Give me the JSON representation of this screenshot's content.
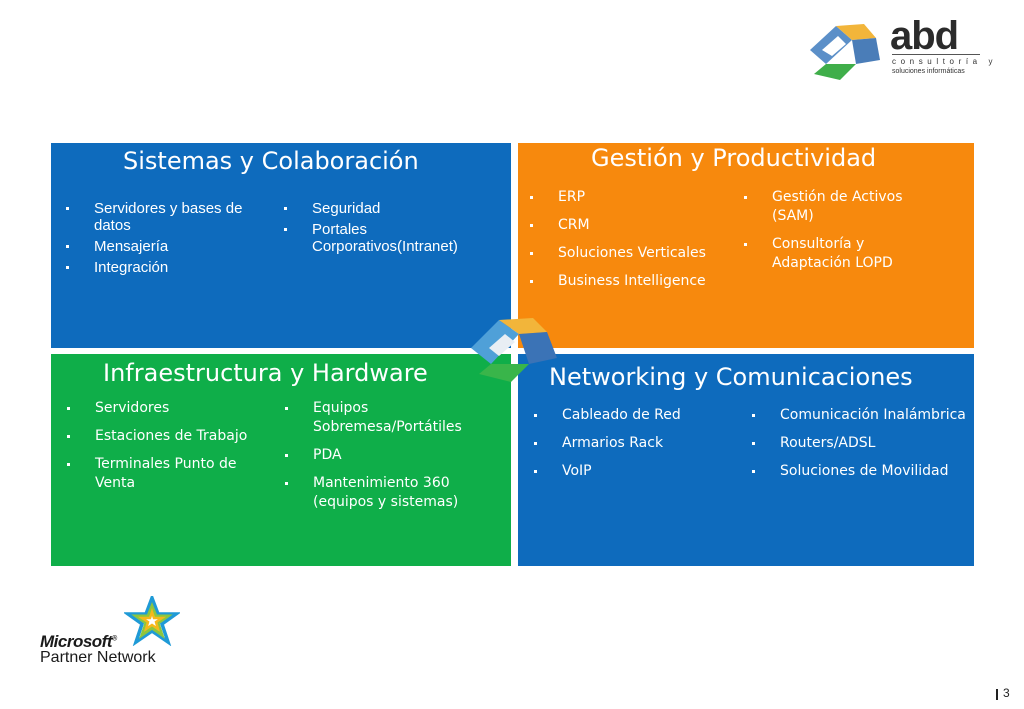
{
  "brand": {
    "name": "abd",
    "tagline_1": "consultoría y",
    "tagline_2": "soluciones informáticas"
  },
  "quadrants": {
    "q1": {
      "title": "Sistemas y Colaboración",
      "color": "#0e6bbd",
      "col1": [
        "Servidores y bases de datos",
        "Mensajería",
        "Integración"
      ],
      "col2": [
        "Seguridad",
        "Portales Corporativos(Intranet)"
      ]
    },
    "q2": {
      "title": "Gestión y Productividad",
      "color": "#f7890d",
      "col1": [
        "ERP",
        "CRM",
        "Soluciones Verticales",
        "Business Intelligence"
      ],
      "col2": [
        "Gestión de Activos (SAM)",
        "Consultoría y Adaptación LOPD"
      ]
    },
    "q3": {
      "title": "Infraestructura y Hardware",
      "color": "#0fae49",
      "col1": [
        "Servidores",
        "Estaciones de Trabajo",
        "Terminales Punto de Venta"
      ],
      "col2": [
        "Equipos Sobremesa/Portátiles",
        "PDA",
        "Mantenimiento 360 (equipos y sistemas)"
      ]
    },
    "q4": {
      "title": "Networking y Comunicaciones",
      "color": "#0e6bbd",
      "col1": [
        "Cableado de Red",
        "Armarios Rack",
        "VoIP"
      ],
      "col2": [
        "Comunicación Inalámbrica",
        "Routers/ADSL",
        "Soluciones de Movilidad"
      ]
    }
  },
  "partner": {
    "brand": "Microsoft",
    "program": "Partner Network"
  },
  "footer": {
    "page_number": "3"
  },
  "icons": {
    "brand_logo": "interlocking-squares-logo-icon",
    "center_logo": "interlocking-squares-logo-icon",
    "partner_logo": "microsoft-partner-star-icon"
  }
}
